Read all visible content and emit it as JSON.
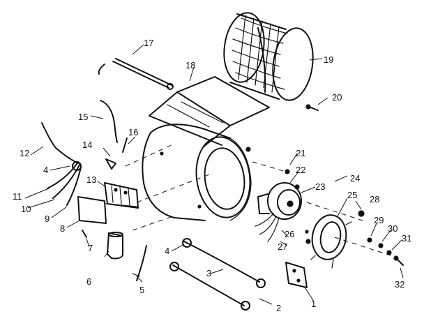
{
  "diagram": {
    "callouts": [
      {
        "id": "c1",
        "label": "1"
      },
      {
        "id": "c2",
        "label": "2"
      },
      {
        "id": "c3",
        "label": "3"
      },
      {
        "id": "c4a",
        "label": "4"
      },
      {
        "id": "c4b",
        "label": "4"
      },
      {
        "id": "c5",
        "label": "5"
      },
      {
        "id": "c6",
        "label": "6"
      },
      {
        "id": "c7",
        "label": "7"
      },
      {
        "id": "c8",
        "label": "8"
      },
      {
        "id": "c9",
        "label": "9"
      },
      {
        "id": "c10",
        "label": "10"
      },
      {
        "id": "c11",
        "label": "11"
      },
      {
        "id": "c12",
        "label": "12"
      },
      {
        "id": "c13",
        "label": "13"
      },
      {
        "id": "c14",
        "label": "14"
      },
      {
        "id": "c15",
        "label": "15"
      },
      {
        "id": "c16",
        "label": "16"
      },
      {
        "id": "c17",
        "label": "17"
      },
      {
        "id": "c18",
        "label": "18"
      },
      {
        "id": "c19",
        "label": "19"
      },
      {
        "id": "c20",
        "label": "20"
      },
      {
        "id": "c21",
        "label": "21"
      },
      {
        "id": "c22",
        "label": "22"
      },
      {
        "id": "c23",
        "label": "23"
      },
      {
        "id": "c24",
        "label": "24"
      },
      {
        "id": "c25",
        "label": "25"
      },
      {
        "id": "c26",
        "label": "26"
      },
      {
        "id": "c27",
        "label": "27"
      },
      {
        "id": "c28",
        "label": "28"
      },
      {
        "id": "c29",
        "label": "29"
      },
      {
        "id": "c30",
        "label": "30"
      },
      {
        "id": "c31",
        "label": "31"
      },
      {
        "id": "c32",
        "label": "32"
      }
    ]
  }
}
